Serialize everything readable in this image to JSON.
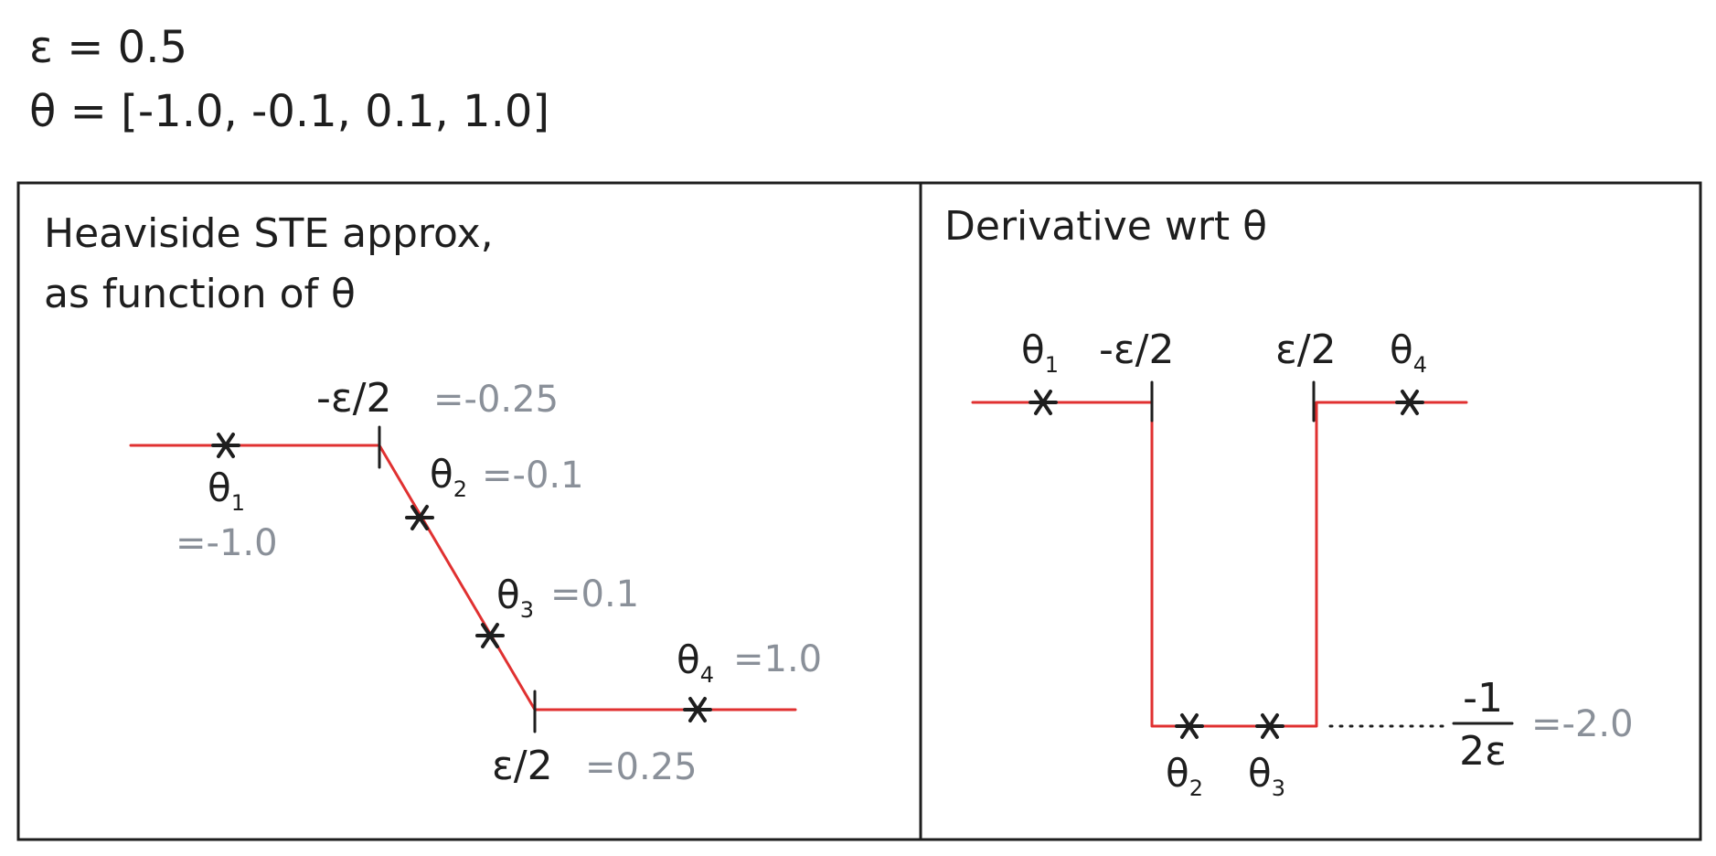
{
  "header": {
    "epsilon_line": "ε = 0.5",
    "theta_line": "θ = [-1.0, -0.1, 0.1, 1.0]"
  },
  "left_panel": {
    "title_line1": "Heaviside STE approx,",
    "title_line2": "as function of θ",
    "neg_eps_label": "-ε/2",
    "neg_eps_value": "=-0.25",
    "pos_eps_label": "ε/2",
    "pos_eps_value": "=0.25",
    "theta1_label": "θ",
    "theta1_sub": "1",
    "theta1_value": "=-1.0",
    "theta2_label": "θ",
    "theta2_sub": "2",
    "theta2_value": "=-0.1",
    "theta3_label": "θ",
    "theta3_sub": "3",
    "theta3_value": "=0.1",
    "theta4_label": "θ",
    "theta4_sub": "4",
    "theta4_value": "=1.0"
  },
  "right_panel": {
    "title": "Derivative wrt θ",
    "neg_eps_label": "-ε/2",
    "pos_eps_label": "ε/2",
    "theta1_label": "θ",
    "theta1_sub": "1",
    "theta2_label": "θ",
    "theta2_sub": "2",
    "theta3_label": "θ",
    "theta3_sub": "3",
    "theta4_label": "θ",
    "theta4_sub": "4",
    "fraction_numerator": "-1",
    "fraction_denominator": "2ε",
    "fraction_value": "=-2.0"
  },
  "colors": {
    "curve": "#e03131",
    "ink": "#1e1e1e",
    "value_text": "#8a9099"
  }
}
